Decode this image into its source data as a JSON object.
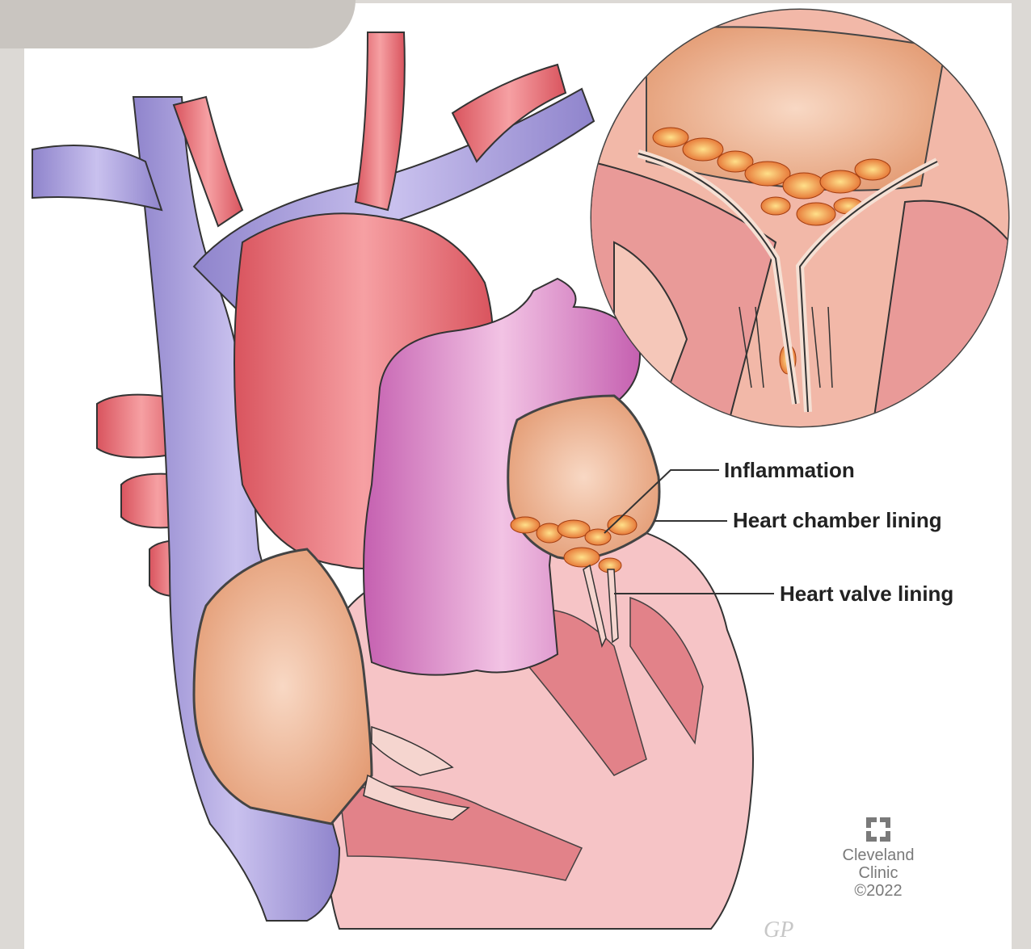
{
  "labels": {
    "inflammation": "Inflammation",
    "chamber_lining": "Heart chamber lining",
    "valve_lining": "Heart valve lining"
  },
  "brand": {
    "name_line1": "Cleveland",
    "name_line2": "Clinic",
    "copyright": "©2022",
    "signature": "GP"
  },
  "colors": {
    "artery_red": "#e8747a",
    "vein_blue": "#a79ad6",
    "pulmonary_pink": "#d27ac0",
    "atrium_peach": "#f0b999",
    "ventricle_pink": "#f6c4c6",
    "inflammation_orange": "#f08a2a"
  },
  "icons": [
    "cleveland-clinic-logo-icon"
  ]
}
